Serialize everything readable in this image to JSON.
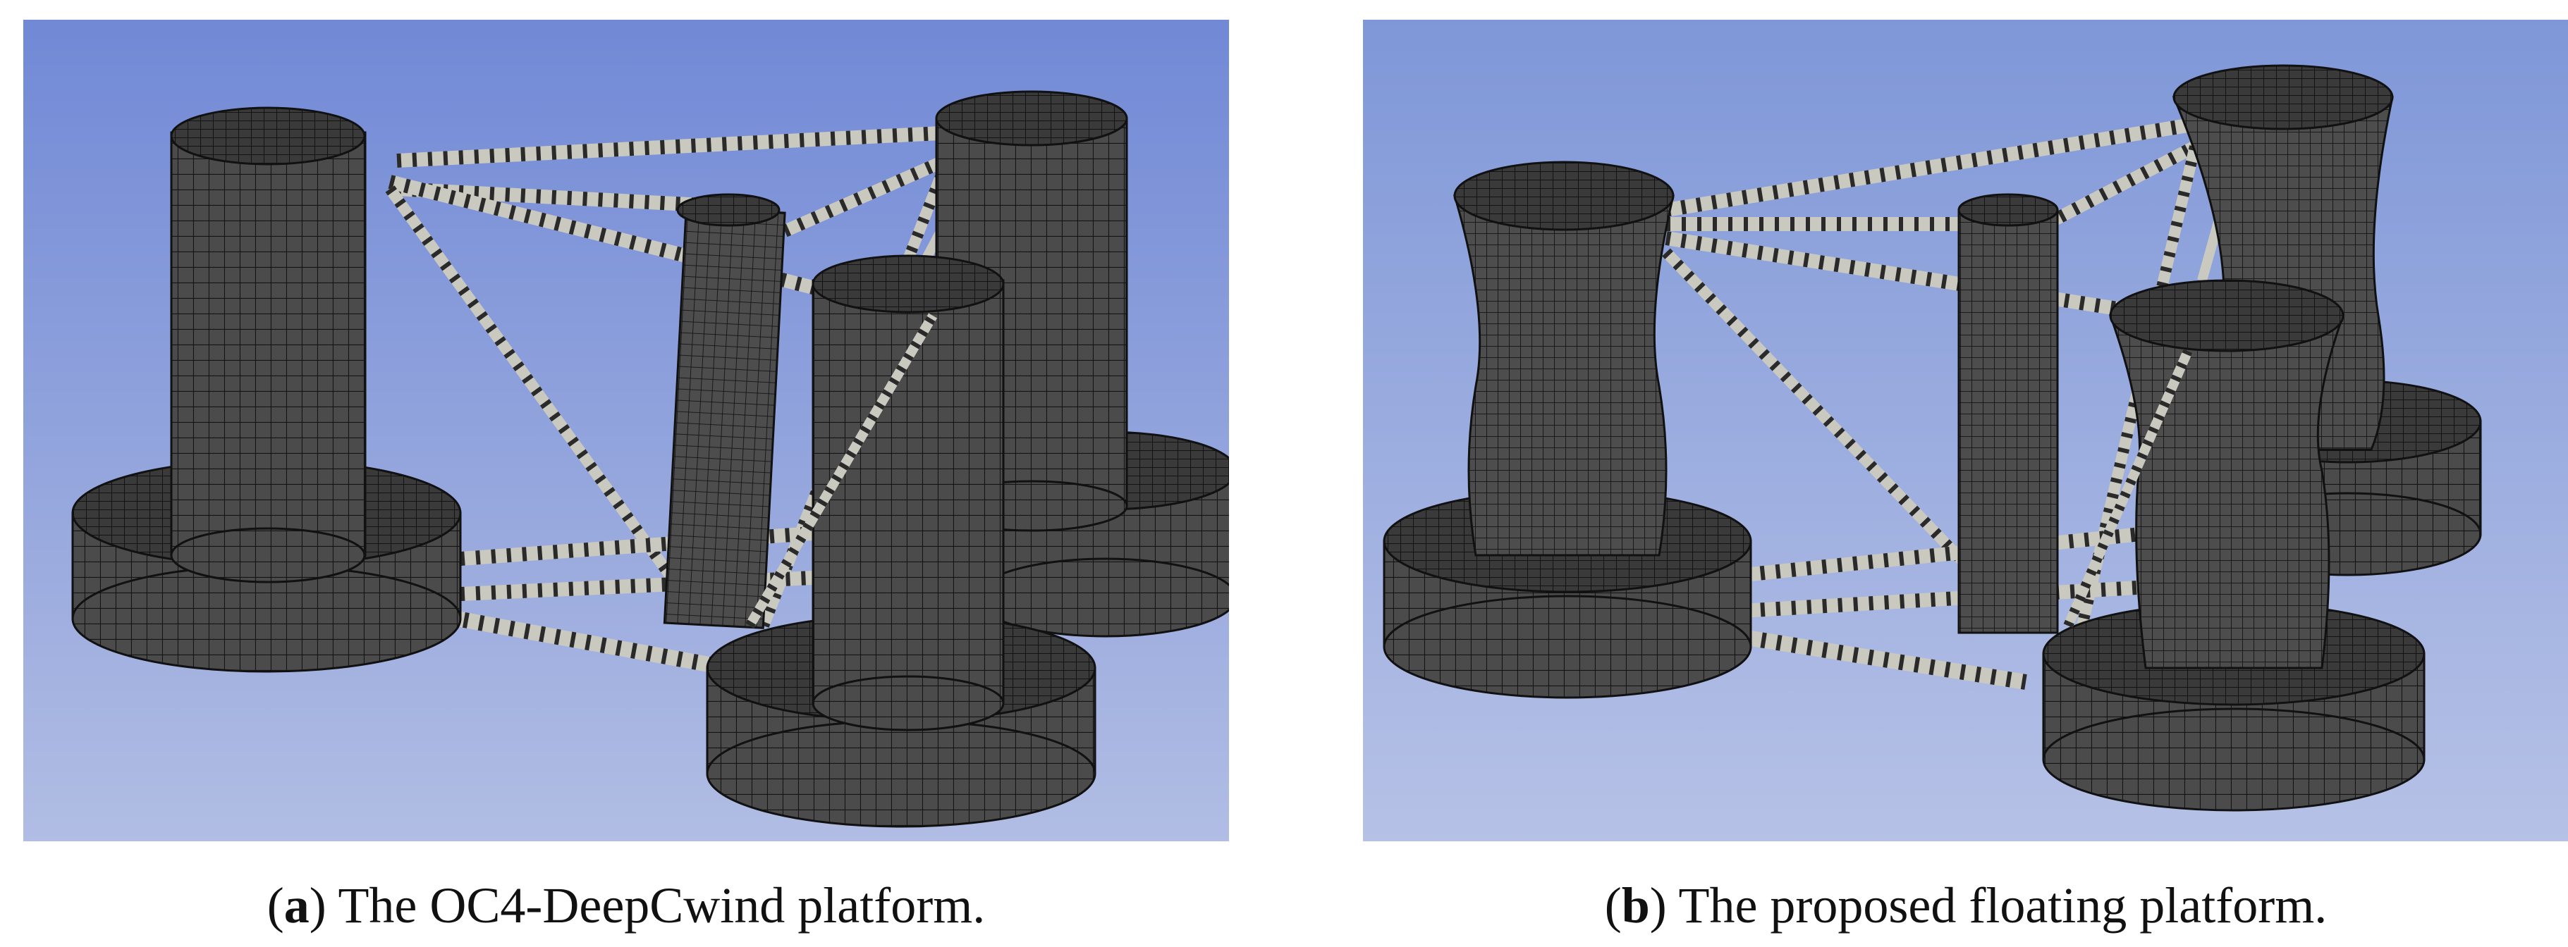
{
  "figure": {
    "panel_a": {
      "label": "a",
      "caption": "The OC4-DeepCwind platform."
    },
    "panel_b": {
      "label": "b",
      "caption": "The proposed floating platform."
    }
  },
  "colors": {
    "background_top": "#7189d6",
    "background_bottom": "#b1bde3",
    "mesh_fill": "#4b4b4b",
    "mesh_lines": "#111111",
    "brace": "#c9c9c0"
  }
}
